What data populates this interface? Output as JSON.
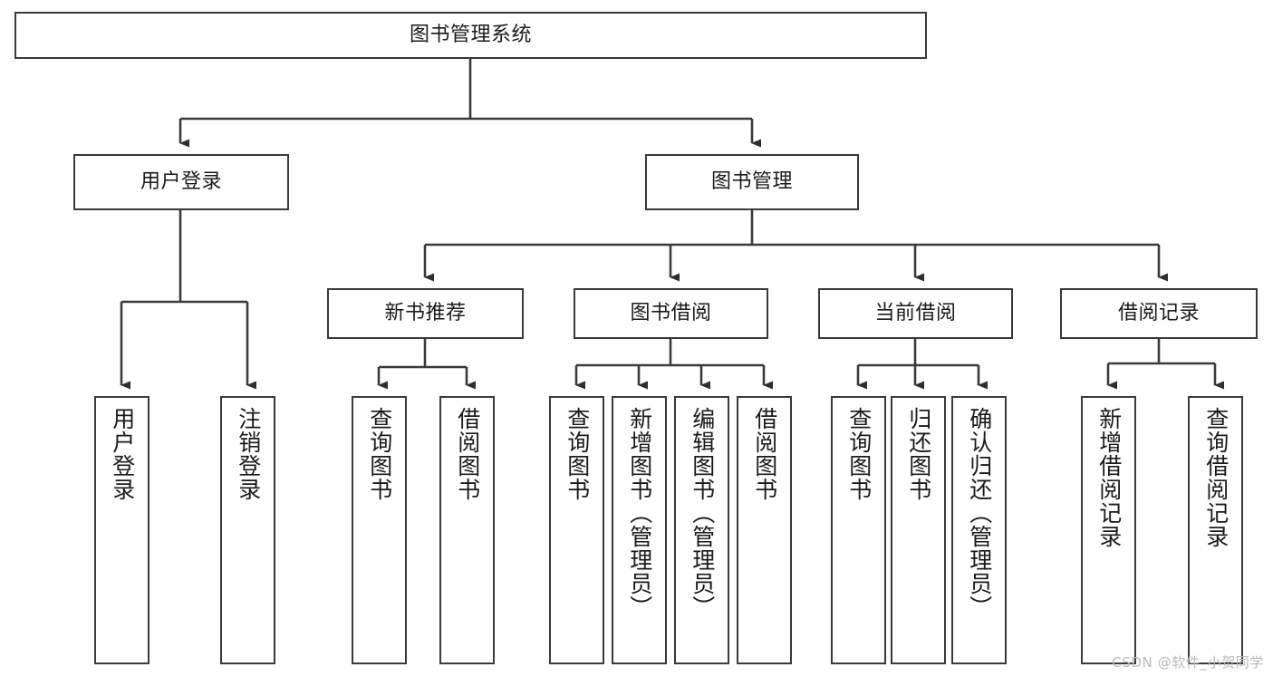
{
  "diagram": {
    "title": "图书管理系统",
    "type": "tree-hierarchy-chart",
    "root": {
      "label": "图书管理系统"
    },
    "level2": [
      {
        "id": "user-login",
        "label": "用户登录"
      },
      {
        "id": "book-management",
        "label": "图书管理"
      }
    ],
    "level3": [
      {
        "id": "new-book-recommend",
        "label": "新书推荐",
        "parent": "book-management"
      },
      {
        "id": "book-borrow",
        "label": "图书借阅",
        "parent": "book-management"
      },
      {
        "id": "current-borrow",
        "label": "当前借阅",
        "parent": "book-management"
      },
      {
        "id": "borrow-record",
        "label": "借阅记录",
        "parent": "book-management"
      }
    ],
    "leaves": {
      "user-login": [
        {
          "id": "leaf-user-login",
          "label": "用户登录"
        },
        {
          "id": "leaf-logout-login",
          "label": "注销登录"
        }
      ],
      "new-book-recommend": [
        {
          "id": "leaf-query-book-1",
          "label": "查询图书"
        },
        {
          "id": "leaf-borrow-book-1",
          "label": "借阅图书"
        }
      ],
      "book-borrow": [
        {
          "id": "leaf-query-book-2",
          "label": "查询图书"
        },
        {
          "id": "leaf-add-book",
          "label": "新增图书（管理员）"
        },
        {
          "id": "leaf-edit-book",
          "label": "编辑图书（管理员）"
        },
        {
          "id": "leaf-borrow-book-2",
          "label": "借阅图书"
        }
      ],
      "current-borrow": [
        {
          "id": "leaf-query-book-3",
          "label": "查询图书"
        },
        {
          "id": "leaf-return-book",
          "label": "归还图书"
        },
        {
          "id": "leaf-confirm-return",
          "label": "确认归还（管理员）"
        }
      ],
      "borrow-record": [
        {
          "id": "leaf-add-record",
          "label": "新增借阅记录"
        },
        {
          "id": "leaf-query-record",
          "label": "查询借阅记录"
        }
      ]
    },
    "watermark": "CSDN @软件_小贺同学",
    "colors": {
      "stroke": "#3a3a3a",
      "fill": "#ffffff",
      "text": "#1a1a1a",
      "watermark": "#b9b9b9"
    }
  }
}
